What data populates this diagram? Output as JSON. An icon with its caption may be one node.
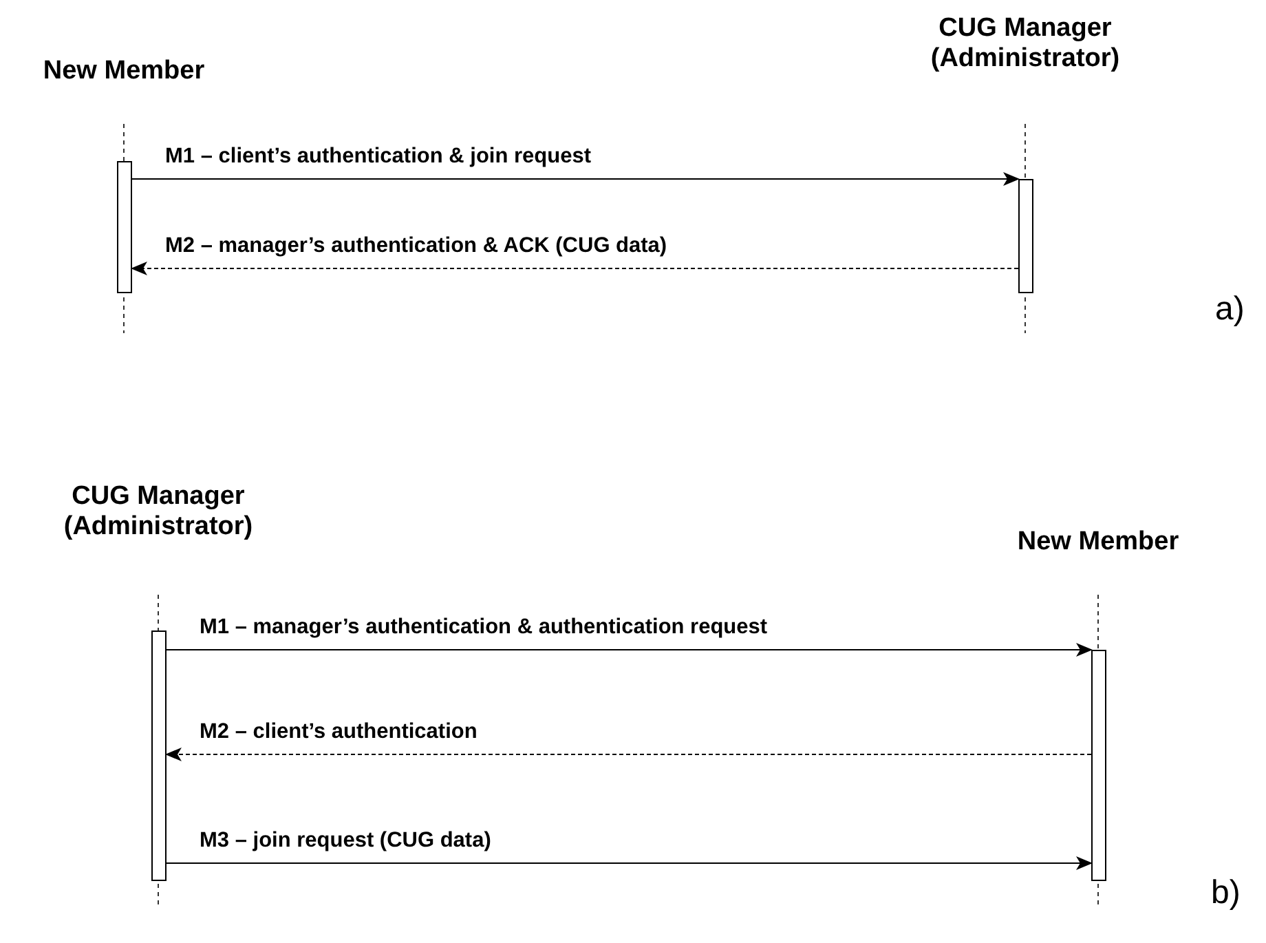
{
  "diagram": {
    "nodes": [
      {
        "text": [
          "New Member"
        ]
      },
      {
        "text": [
          "CUG Manager (Administrator)"
        ]
      },
      {
        "text": [],
        "shape": "bar"
      },
      {
        "text": [],
        "shape": "bar"
      },
      {
        "text": [
          "CUG Manager (Administrator)"
        ]
      },
      {
        "text": [
          "New Member"
        ]
      },
      {
        "text": [],
        "shape": "bar"
      },
      {
        "text": [],
        "shape": "bar"
      }
    ],
    "edges": [
      {
        "from": 2,
        "to": 3,
        "arrow": "to",
        "label": "M1 – client’s authentication & join request"
      },
      {
        "from": 3,
        "to": 2,
        "arrow": "to",
        "style": "dashed",
        "label": "M2 – manager’s authentication & ACK (CUG data)"
      },
      {
        "from": 6,
        "to": 7,
        "arrow": "to",
        "label": "M1 – manager’s authentication & authentication request"
      },
      {
        "from": 7,
        "to": 6,
        "arrow": "to",
        "style": "dashed",
        "label": "M2 – client’s authentication"
      },
      {
        "from": 6,
        "to": 7,
        "arrow": "to",
        "label": "M3 – join request (CUG data)"
      }
    ],
    "labels": [
      "a)",
      "b)"
    ]
  }
}
